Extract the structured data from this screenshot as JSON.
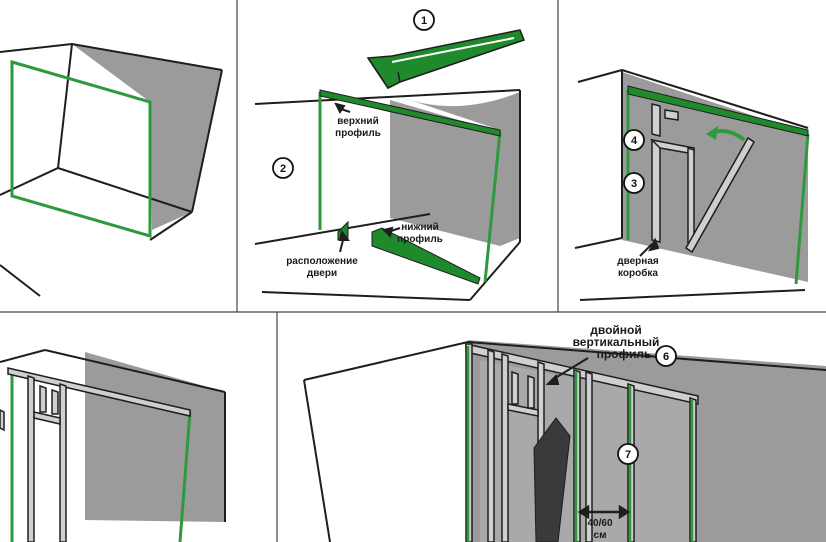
{
  "colors": {
    "frame_green": "#2e9a3e",
    "profile_green": "#1f8a2c",
    "wall_gray": "#9b9b9b",
    "line": "#1e1e1e",
    "panel_dark": "#3a3a3a"
  },
  "steps": {
    "s1": "1",
    "s2": "2",
    "s3": "3",
    "s4": "4",
    "s6": "6",
    "s7": "7"
  },
  "labels": {
    "top_profile": [
      "верхний",
      "профиль"
    ],
    "bottom_profile": [
      "нижний",
      "профиль"
    ],
    "door_location": [
      "расположение",
      "двери"
    ],
    "door_frame": [
      "дверная",
      "коробка"
    ],
    "double_vertical": [
      "двойной",
      "вертикальный",
      "профиль"
    ],
    "spacing": [
      "40/60",
      "см"
    ]
  }
}
